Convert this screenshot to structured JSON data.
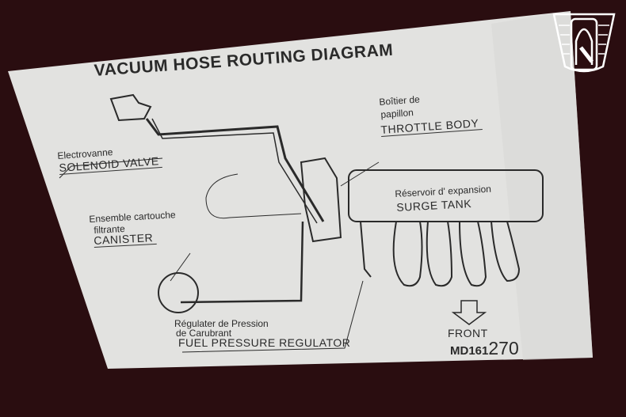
{
  "label": {
    "title": "VACUUM HOSE ROUTING DIAGRAM",
    "solenoid": {
      "fr": "Electrovanne",
      "en": "SOLENOID VALVE"
    },
    "throttle": {
      "fr1": "Boîtier de",
      "fr2": "papillon",
      "en": "THROTTLE BODY"
    },
    "surge": {
      "fr": "Réservoir d' expansion",
      "en": "SURGE TANK"
    },
    "canister": {
      "fr1": "Ensemble cartouche",
      "fr2": "filtrante",
      "en": "CANISTER"
    },
    "regulator": {
      "fr1": "Régulater de Pression",
      "fr2": "de Carubrant",
      "en": "FUEL PRESSURE REGULATOR"
    },
    "front": "FRONT",
    "part_prefix": "MD161",
    "part_suffix": "270"
  },
  "colors": {
    "background": "#2a0d10",
    "label": "#e4e4e2",
    "ink": "#2a2a2a"
  }
}
